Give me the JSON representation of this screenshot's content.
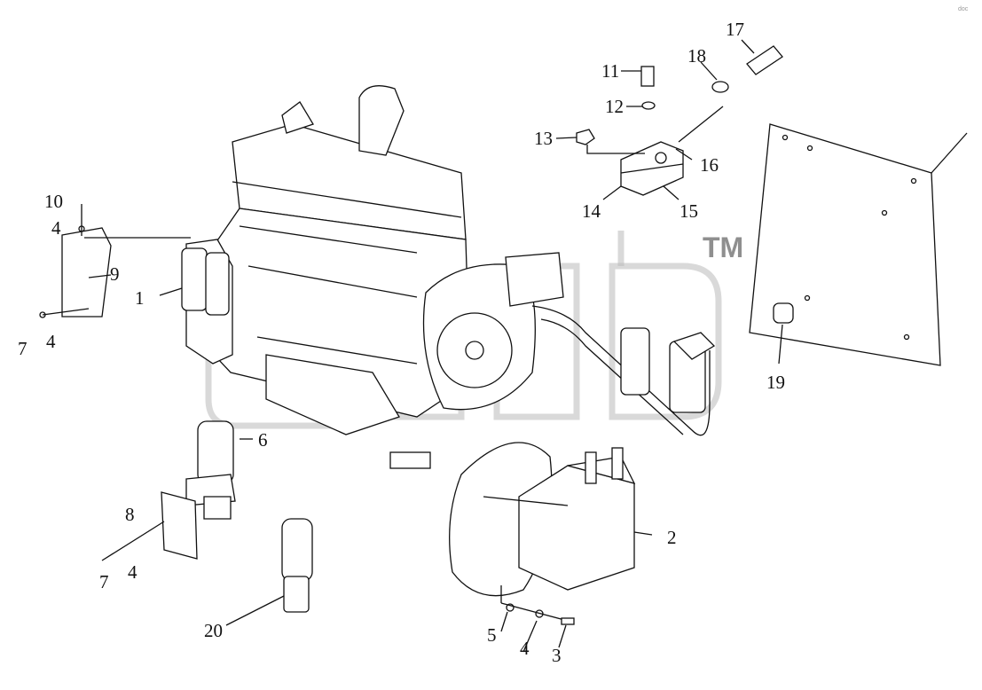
{
  "watermark": {
    "trademark": "TM",
    "corner_text": "doc"
  },
  "callouts": {
    "c1": "1",
    "c2": "2",
    "c3": "3",
    "c4a": "4",
    "c4b": "4",
    "c4c": "4",
    "c4d": "4",
    "c5": "5",
    "c6": "6",
    "c7a": "7",
    "c7b": "7",
    "c8": "8",
    "c9": "9",
    "c10": "10",
    "c11": "11",
    "c12": "12",
    "c13": "13",
    "c14": "14",
    "c15": "15",
    "c16": "16",
    "c17": "17",
    "c18": "18",
    "c19": "19",
    "c20": "20"
  }
}
